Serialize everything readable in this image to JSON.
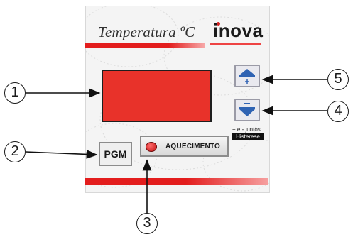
{
  "panel": {
    "title": "Temperatura ºC",
    "brand": "inova",
    "sign_text": "+ e - juntos",
    "hysteresis_label": "Histerese",
    "pgm_label": "PGM",
    "heating_label": "AQUECIMENTO"
  },
  "callouts": [
    "1",
    "2",
    "3",
    "4",
    "5"
  ],
  "colors": {
    "accent_red": "#e31d1d",
    "display_red": "#e8322a",
    "arrow_blue": "#2f63b3",
    "led_red": "#c41212"
  },
  "icons": {
    "up": "arrow-up-icon",
    "down": "arrow-down-icon",
    "led": "led-indicator-icon"
  }
}
